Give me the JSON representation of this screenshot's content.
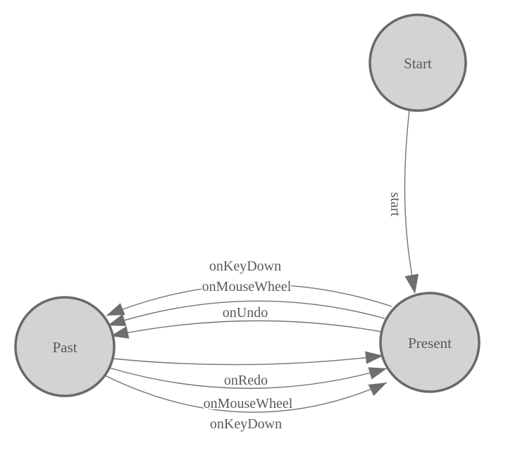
{
  "diagram": {
    "type": "finite-state-machine",
    "colors": {
      "background": "#ffffff",
      "node_fill": "#d3d3d3",
      "node_stroke": "#696969",
      "edge_stroke": "#747474",
      "arrow_fill": "#6e6e6e",
      "label_text": "#5a5a5a"
    },
    "nodes": [
      {
        "id": "start",
        "label": "Start"
      },
      {
        "id": "past",
        "label": "Past"
      },
      {
        "id": "present",
        "label": "Present"
      }
    ],
    "edges": [
      {
        "from": "start",
        "to": "present",
        "label": "start"
      },
      {
        "from": "present",
        "to": "past",
        "label": "onKeyDown"
      },
      {
        "from": "present",
        "to": "past",
        "label": "onMouseWheel"
      },
      {
        "from": "present",
        "to": "past",
        "label": "onUndo"
      },
      {
        "from": "past",
        "to": "present",
        "label": "onRedo"
      },
      {
        "from": "past",
        "to": "present",
        "label": "onMouseWheel"
      },
      {
        "from": "past",
        "to": "present",
        "label": "onKeyDown"
      }
    ]
  }
}
